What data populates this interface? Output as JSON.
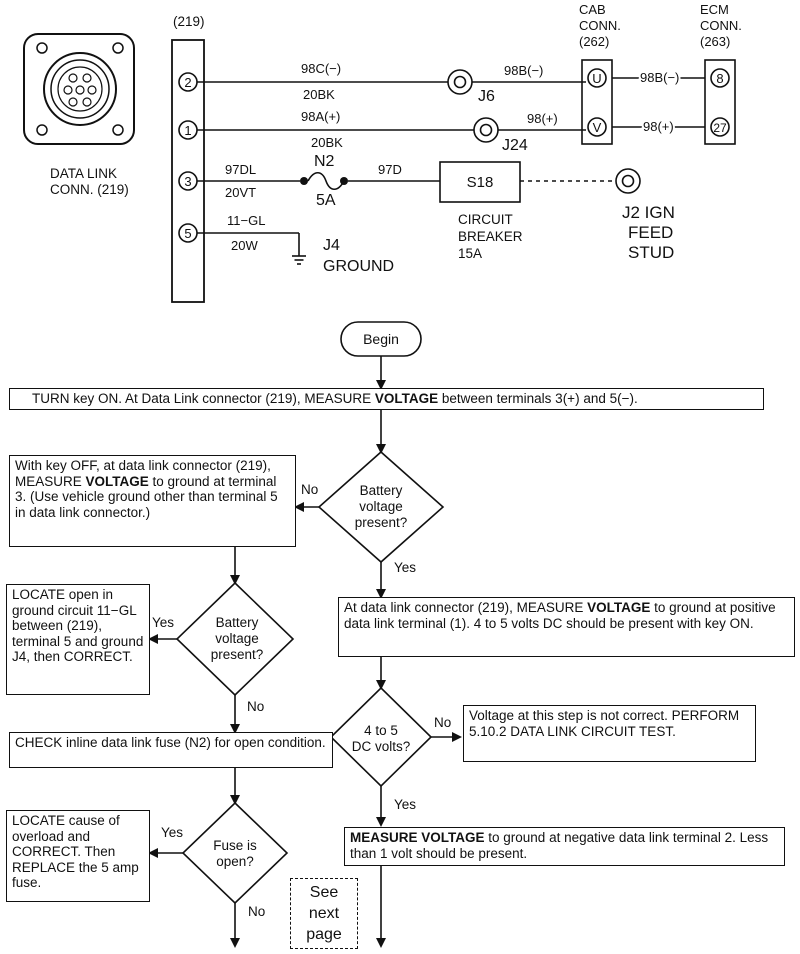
{
  "wiring": {
    "connector_header": "(219)",
    "data_link_label": [
      "DATA LINK",
      "CONN. (219)"
    ],
    "cab_conn": [
      "CAB",
      "CONN.",
      "(262)"
    ],
    "ecm_conn": [
      "ECM",
      "CONN.",
      "(263)"
    ],
    "terminals": [
      "2",
      "1",
      "3",
      "5"
    ],
    "wire_98c": "98C(−)",
    "wire_20bk_a": "20BK",
    "wire_98b_left": "98B(−)",
    "splice_j6": "J6",
    "wire_98a": "98A(+)",
    "wire_20bk_b": "20BK",
    "wire_98_plus_left": "98(+)",
    "splice_j24": "J24",
    "cab_pin_u": "U",
    "cab_pin_v": "V",
    "wire_98b_right": "98B(−)",
    "wire_98_plus_right": "98(+)",
    "ecm_pin_8": "8",
    "ecm_pin_27": "27",
    "wire_97dl": "97DL",
    "wire_20vt": "20VT",
    "fuse_name": "N2",
    "fuse_rating": "5A",
    "wire_97d": "97D",
    "breaker_id": "S18",
    "breaker_label": [
      "CIRCUIT",
      "BREAKER",
      "15A"
    ],
    "stud_label": [
      "J2 IGN",
      "FEED",
      "STUD"
    ],
    "wire_11gl": "11−GL",
    "wire_20w": "20W",
    "ground_label": [
      "J4",
      "GROUND"
    ]
  },
  "flow": {
    "begin": "Begin",
    "step1": {
      "pre": "TURN key ON. At Data Link connector (219), MEASURE ",
      "bold": "VOLTAGE",
      "post": " between terminals 3(+) and 5(−)."
    },
    "decision1": [
      "Battery",
      "voltage",
      "present?"
    ],
    "d1_no": "No",
    "d1_yes": "Yes",
    "left1": {
      "pre": "With key OFF, at data link connector (219), MEASURE ",
      "bold": "VOLTAGE",
      "post": " to ground at terminal 3. (Use vehicle ground other than terminal 5 in data link connector.)"
    },
    "decision2": [
      "Battery",
      "voltage",
      "present?"
    ],
    "d2_yes": "Yes",
    "d2_no": "No",
    "locate_open": "LOCATE open in ground circuit 11−GL between (219), terminal 5 and ground J4, then CORRECT.",
    "right1": {
      "pre": "At data link connector (219), MEASURE ",
      "bold": "VOLTAGE",
      "post": " to ground at positive data link terminal (1). 4 to 5 volts DC should be present with key ON."
    },
    "decision3": [
      "4 to 5",
      "DC volts?"
    ],
    "d3_no": "No",
    "d3_yes": "Yes",
    "not_correct": "Voltage at this step is not correct. PERFORM 5.10.2 DATA LINK CIRCUIT TEST.",
    "check_fuse": "CHECK inline data link fuse (N2) for open condition.",
    "decision4": [
      "Fuse is",
      "open?"
    ],
    "d4_yes": "Yes",
    "d4_no": "No",
    "locate_overload": "LOCATE cause of overload and CORRECT. Then REPLACE the 5 amp fuse.",
    "measure_neg": {
      "pre": "",
      "bold": "MEASURE VOLTAGE",
      "post": " to ground at negative data link terminal 2. Less than 1 volt should be present."
    },
    "see_next": [
      "See",
      "next",
      "page"
    ]
  }
}
